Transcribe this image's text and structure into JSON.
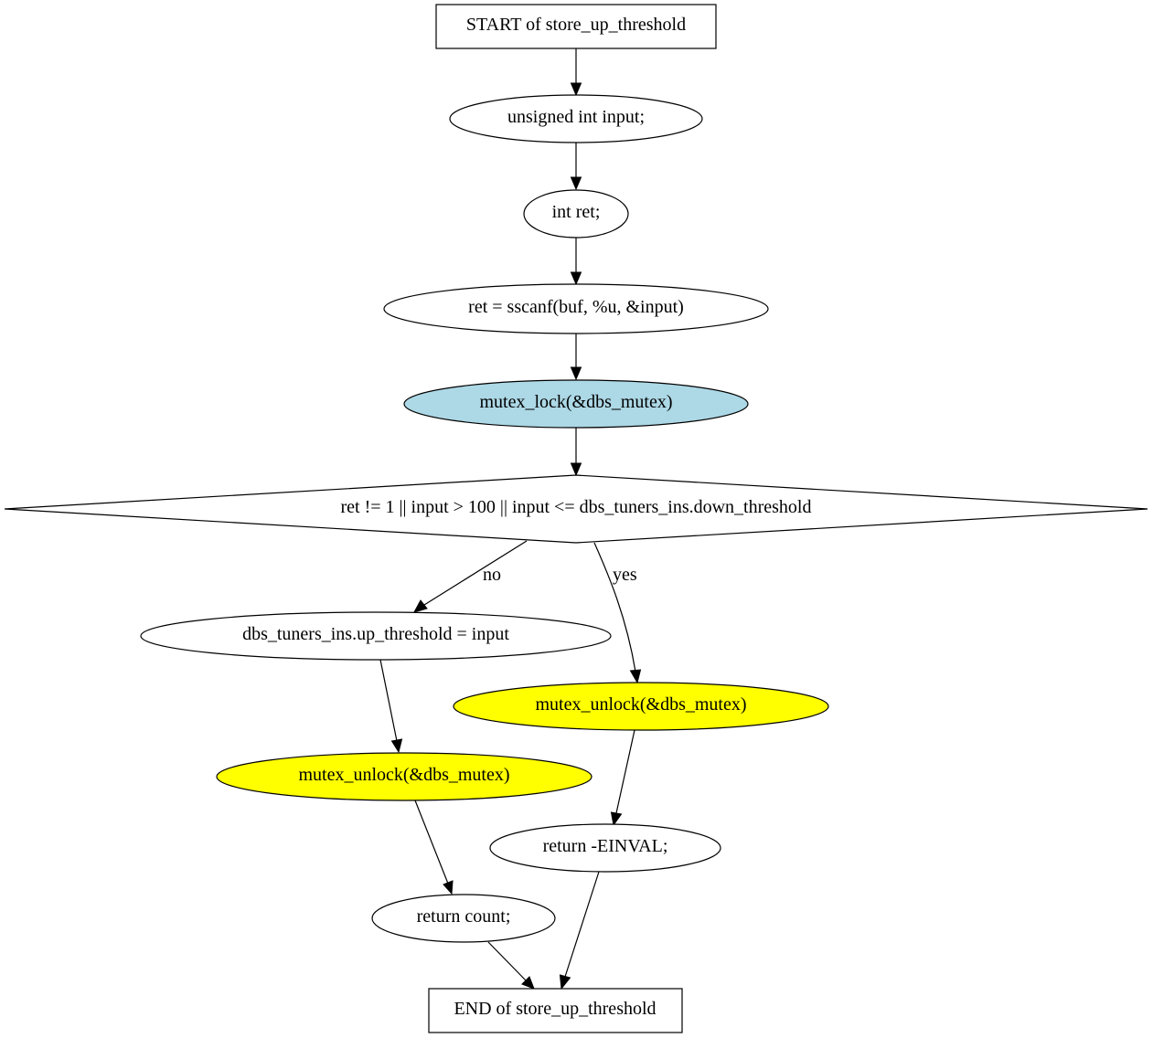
{
  "diagram": {
    "nodes": {
      "start": {
        "label": "START of store_up_threshold",
        "shape": "box"
      },
      "decl_input": {
        "label": "unsigned int input;",
        "shape": "ellipse"
      },
      "decl_ret": {
        "label": "int ret;",
        "shape": "ellipse"
      },
      "sscanf": {
        "label": "ret = sscanf(buf, %u, &input)",
        "shape": "ellipse"
      },
      "lock": {
        "label": "mutex_lock(&dbs_mutex)",
        "shape": "ellipse",
        "fill": "#add8e6"
      },
      "cond": {
        "label": "ret != 1 || input > 100 || input <= dbs_tuners_ins.down_threshold",
        "shape": "diamond"
      },
      "assign": {
        "label": "dbs_tuners_ins.up_threshold = input",
        "shape": "ellipse"
      },
      "unlock_yes": {
        "label": "mutex_unlock(&dbs_mutex)",
        "shape": "ellipse",
        "fill": "#ffff00"
      },
      "unlock_no": {
        "label": "mutex_unlock(&dbs_mutex)",
        "shape": "ellipse",
        "fill": "#ffff00"
      },
      "ret_einval": {
        "label": "return -EINVAL;",
        "shape": "ellipse"
      },
      "ret_count": {
        "label": "return count;",
        "shape": "ellipse"
      },
      "end": {
        "label": "END of store_up_threshold",
        "shape": "box"
      }
    },
    "edges": {
      "cond_no": {
        "label": "no"
      },
      "cond_yes": {
        "label": "yes"
      }
    }
  }
}
